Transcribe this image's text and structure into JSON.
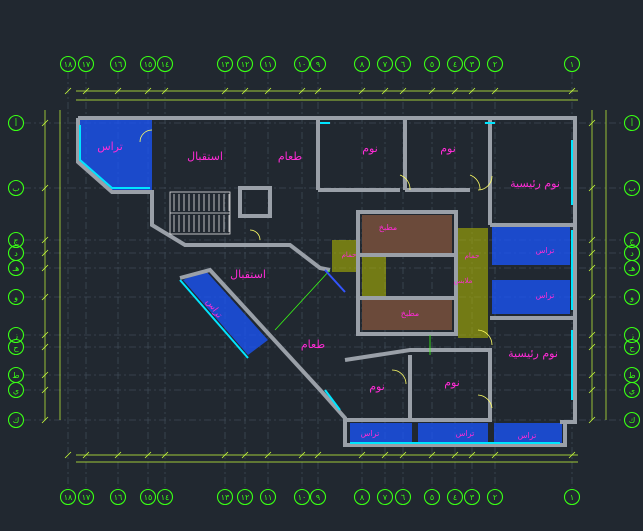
{
  "colors": {
    "background": "#212830",
    "grid_line": "#3f4a56",
    "axis_bubble": "#39ff14",
    "dimension": "#c9ff3a",
    "wall": "#9aa0a8",
    "wall_fill": "#6e747c",
    "window": "#00e5ff",
    "room_label": "#ff2bd6",
    "terrace_hatch": "#1a55ff",
    "kitchen_fill": "#6b4a3a",
    "bath_hatch": "#d8e000",
    "stair": "#e8e8e8",
    "door": "#ffff66"
  },
  "top_axes": [
    "١٨",
    "١٧",
    "١٦",
    "١٥",
    "١٤",
    "١٣",
    "١٢",
    "١١",
    "١٠",
    "٩",
    "٨",
    "٧",
    "٦",
    "٥",
    "٤",
    "٣",
    "٢",
    "١"
  ],
  "bottom_axes": [
    "١٨",
    "١٧",
    "١٦",
    "١٥",
    "١٤",
    "١٣",
    "١٢",
    "١١",
    "١٠",
    "٩",
    "٨",
    "٧",
    "٦",
    "٥",
    "٤",
    "٣",
    "٢",
    "١"
  ],
  "left_axes": [
    "أ",
    "ب",
    "ج",
    "د",
    "هـ",
    "و",
    "ز",
    "ح",
    "ط",
    "ي",
    "ك"
  ],
  "right_axes": [
    "أ",
    "ب",
    "ج",
    "د",
    "هـ",
    "و",
    "ز",
    "ح",
    "ط",
    "ي",
    "ك"
  ],
  "rooms": {
    "terrace_nw": "تراس",
    "reception_n": "استقبال",
    "dining_n": "طعام",
    "bed_n1": "نوم",
    "bed_n2": "نوم",
    "master_bed_e": "نوم رئيسية",
    "reception_w": "استقبال",
    "terrace_diag": "تراس",
    "dining_s": "طعام",
    "kitchen_n": "مطبخ",
    "kitchen_s": "مطبخ",
    "bath_1": "حمام",
    "bath_2": "حمام",
    "dressing": "ملابس",
    "terrace_e1": "تراس",
    "terrace_e2": "تراس",
    "master_bed_se": "نوم رئيسية",
    "bed_s1": "نوم",
    "bed_s2": "نوم",
    "terrace_s1": "تراس",
    "terrace_s2": "تراس",
    "terrace_s3": "تراس"
  }
}
